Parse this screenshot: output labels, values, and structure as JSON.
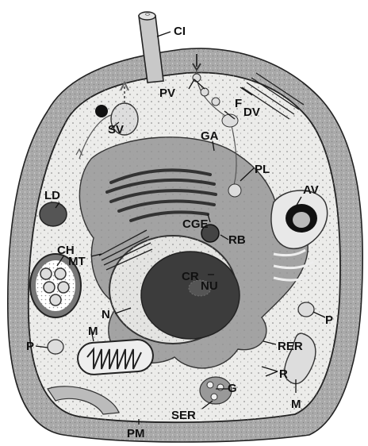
{
  "diagram": {
    "labels": {
      "ci": "CI",
      "pv": "PV",
      "f": "F",
      "dv": "DV",
      "sv": "SV",
      "ga": "GA",
      "pl": "PL",
      "ld": "LD",
      "av": "AV",
      "cge": "CGE",
      "rb": "RB",
      "ch": "CH",
      "mt": "MT",
      "cr": "CR",
      "nu": "NU",
      "n": "N",
      "p_right": "P",
      "p_left": "P",
      "m_left": "M",
      "rer": "RER",
      "r": "R",
      "g": "G",
      "m_right": "M",
      "ser": "SER",
      "pm": "PM"
    },
    "colors": {
      "background": "#ffffff",
      "cell_wall": "#a9a9a9",
      "cytoplasm": "#ececea",
      "organelle_gray": "#a3a3a3",
      "nucleus_dark": "#3c3c3c",
      "lipid_droplet": "#555555",
      "outline": "#111111"
    }
  }
}
